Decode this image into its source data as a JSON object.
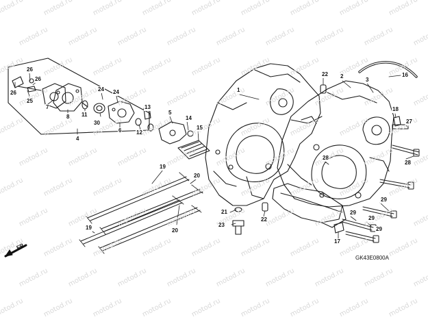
{
  "watermark_text": "motod.ru",
  "direction_label": "FR.",
  "diagram_code": "GK43E0800A",
  "icons": {
    "direction_arrow": "front-direction-arrow-icon"
  },
  "callouts": {
    "p1": "1",
    "p2": "2",
    "p3": "3",
    "p4": "4",
    "p5": "5",
    "p6": "6",
    "p7": "7",
    "p8": "8",
    "p11": "11",
    "p12": "12",
    "p13": "13",
    "p14": "14",
    "p15": "15",
    "p16": "16",
    "p17": "17",
    "p18": "18",
    "p19a": "19",
    "p19b": "19",
    "p20a": "20",
    "p20b": "20",
    "p21": "21",
    "p22a": "22",
    "p22b": "22",
    "p23": "23",
    "p24a": "24",
    "p24b": "24",
    "p25": "25",
    "p26a": "26",
    "p26b": "26",
    "p26c": "26",
    "p27": "27",
    "p28a": "28",
    "p28b": "28",
    "p29a": "29",
    "p29b": "29",
    "p29c": "29",
    "p29d": "29",
    "p30": "30"
  }
}
